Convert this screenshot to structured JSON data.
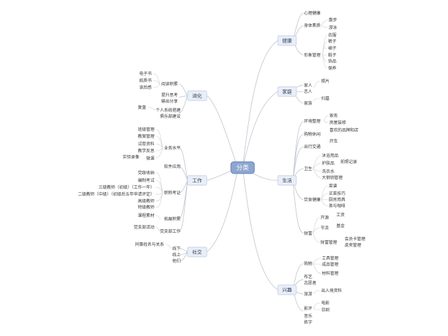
{
  "root": {
    "label": "分类"
  },
  "branches": {
    "health": {
      "label": "健康",
      "items": [
        "心理健康",
        "身体素质",
        "散步",
        "游泳",
        "形象管理",
        "衣服",
        "裤子",
        "裙子",
        "鞋子",
        "饰品",
        "保养"
      ]
    },
    "family": {
      "label": "家庭",
      "items": [
        "家人",
        "恋人",
        "家族",
        "照片",
        "扫墓"
      ]
    },
    "life": {
      "label": "生活",
      "items": [
        "环境整理",
        "家务",
        "房屋装修",
        "购物休闲",
        "喜欢的品牌和店",
        "出行交通",
        "开车",
        "卫生",
        "沐浴用品",
        "护肤品",
        "洗衣水",
        "大钢钥管理",
        "前照记录",
        "饮食健康",
        "菜谱",
        "买菜技巧",
        "厨房用具",
        "茶与咖啡",
        "财富",
        "开源",
        "工资",
        "节流",
        "基金",
        "财富管理",
        "会员卡管理",
        "皮夹管理"
      ]
    },
    "interest": {
      "label": "兴趣",
      "items": [
        "购物",
        "工具管理",
        "成品管理",
        "材料管理",
        "布艺",
        "志愿者",
        "旅游",
        "出入境资料",
        "影评",
        "电影",
        "日剧",
        "音乐",
        "练字"
      ]
    },
    "progress": {
      "label": "进化",
      "items": [
        "电子书",
        "纸质书",
        "读后感",
        "阅读积累",
        "提升思考",
        "输出分享",
        "复盘",
        "个人系统搭建",
        "俱乐部建设"
      ]
    },
    "work": {
      "label": "工作",
      "items": [
        "业务水平",
        "班级管理",
        "教案管理",
        "试卷资料",
        "教学反思",
        "实验录像",
        "微课",
        "软件应用",
        "职称考证",
        "党政收纳",
        "编制考试",
        "三级教师（初级）（工作一年）",
        "二级教师（中级）（初级后五年申请评定）",
        "高级教师",
        "特级教师",
        "课程素材",
        "拓展积累",
        "党支部活动",
        "党支部工作"
      ]
    },
    "social": {
      "label": "社交",
      "items": [
        "同事姓名与关系",
        "线下",
        "线上",
        "他们"
      ]
    }
  }
}
